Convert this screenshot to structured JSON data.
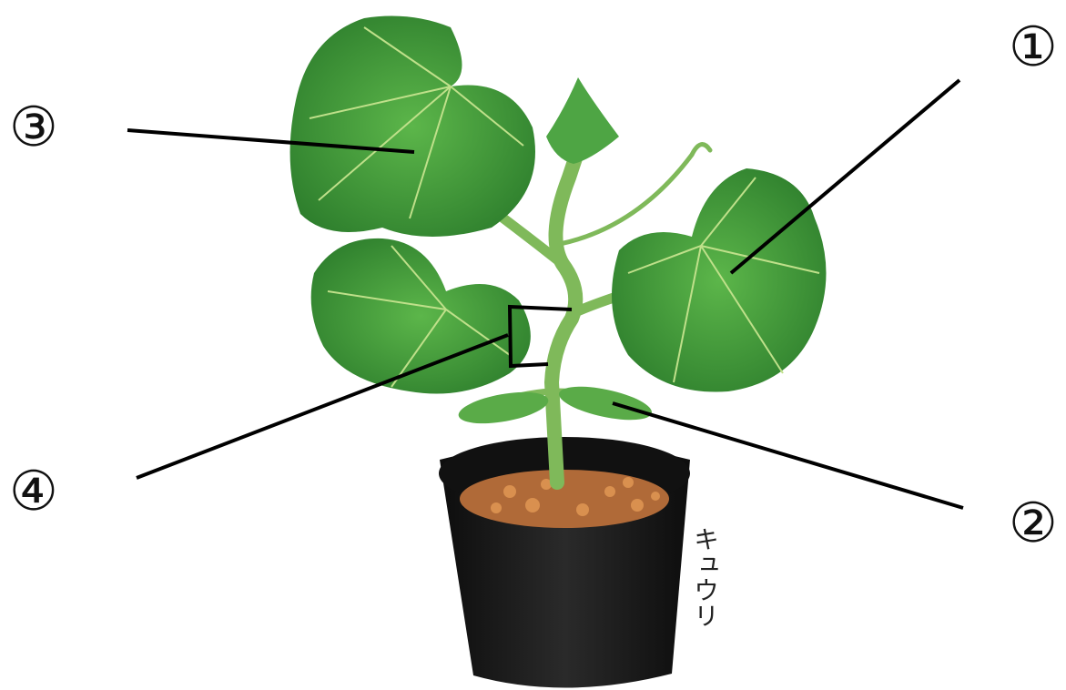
{
  "labels": {
    "l1": "①",
    "l2": "②",
    "l3": "③",
    "l4": "④"
  },
  "plant_caption": "キュウリ",
  "colors": {
    "leaf": "#3f9d3a",
    "leaf_dark": "#2c7a2a",
    "vein": "#bfe08a",
    "stem": "#7fb95a",
    "pot": "#1a1a1a",
    "soil": "#b06a38",
    "line": "#000000"
  }
}
